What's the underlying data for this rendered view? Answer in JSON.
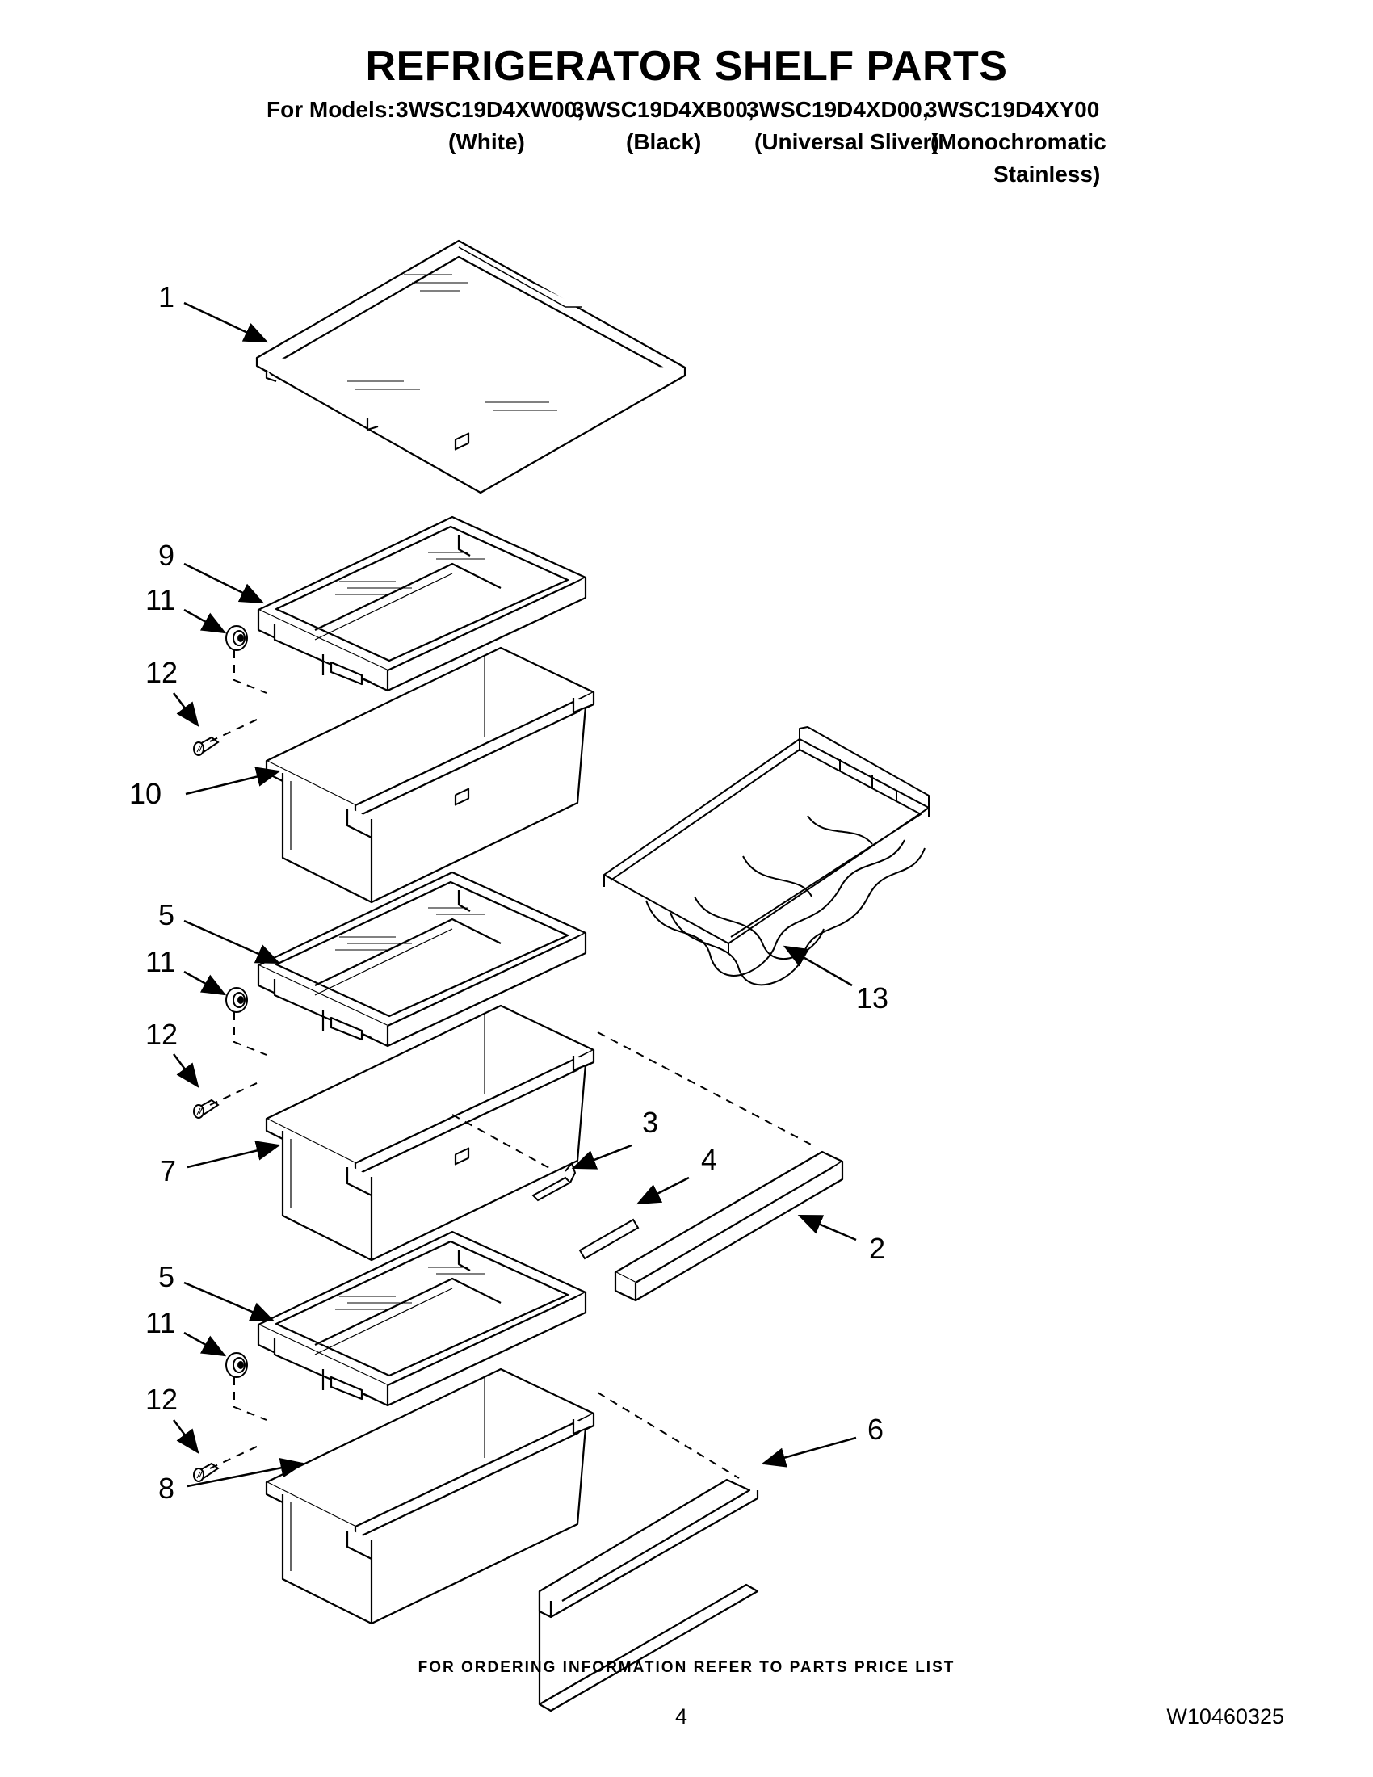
{
  "header": {
    "title": "REFRIGERATOR SHELF PARTS",
    "models_prefix": "For Models:",
    "models": [
      "3WSC19D4XW00,",
      "3WSC19D4XB00,",
      "3WSC19D4XD00,",
      "3WSC19D4XY00"
    ],
    "colors": [
      "(White)",
      "(Black)",
      "(Universal Sliver)",
      "(Monochromatic",
      "Stainless)"
    ]
  },
  "callouts": [
    "1",
    "9",
    "11",
    "12",
    "10",
    "5",
    "11",
    "12",
    "7",
    "13",
    "3",
    "4",
    "2",
    "5",
    "11",
    "12",
    "8",
    "6"
  ],
  "footer": {
    "ordering_note": "FOR ORDERING INFORMATION REFER TO PARTS PRICE LIST",
    "page_number": "4",
    "document_number": "W10460325"
  }
}
